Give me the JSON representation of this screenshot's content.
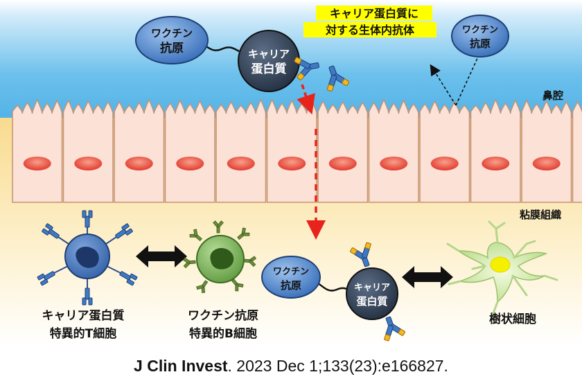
{
  "labels": {
    "vaccine_antigen_line1": "ワクチン",
    "vaccine_antigen_line2": "抗原",
    "carrier_protein_line1": "キャリア",
    "carrier_protein_line2": "蛋白質",
    "anti_carrier_antibody_line1": "キャリア蛋白質に",
    "anti_carrier_antibody_line2": "対する生体内抗体",
    "nasal_cavity": "鼻腔",
    "mucosal_tissue": "粘膜組織",
    "t_cell_line1": "キャリア蛋白質",
    "t_cell_line2": "特異的T細胞",
    "b_cell_line1": "ワクチン抗原",
    "b_cell_line2": "特異的B細胞",
    "dendritic_cell": "樹状細胞"
  },
  "citation": {
    "journal": "J Clin Invest",
    "details": ". 2023 Dec 1;133(23):e166827."
  },
  "colors": {
    "nasal_blue": "#5bb8e8",
    "tissue_cream": "#fbe3a8",
    "cell_fill": "#fbe1d6",
    "nucleus_red": "#e8403a",
    "antigen_blue": "#3f79c4",
    "carrier_dark": "#2b3a4f",
    "callout_yellow": "#ffff00",
    "arrow_red": "#e8231b",
    "t_cell_blue": "#4777be",
    "b_cell_green": "#7cb45a",
    "dendritic_green": "#c8e6a0"
  }
}
